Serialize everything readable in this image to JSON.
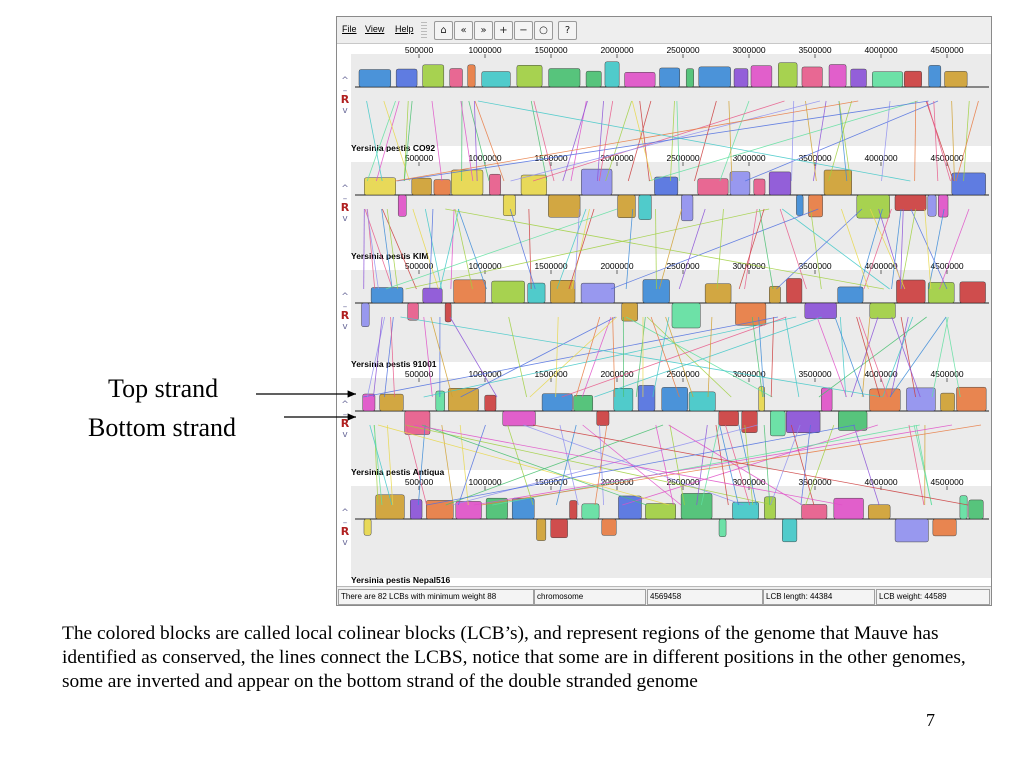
{
  "menu": {
    "file": "File",
    "view": "View",
    "help": "Help"
  },
  "toolbar": {
    "home": "⌂",
    "left": "«",
    "right": "»",
    "zoom_in": "+",
    "zoom_out": "−",
    "zoom_reset": "○",
    "help": "?"
  },
  "controls": {
    "up": "^",
    "minus": "–",
    "reset": "R",
    "down": "v"
  },
  "genomes": [
    {
      "name": "Yersinia pestis CO92"
    },
    {
      "name": "Yersinia pestis KIM"
    },
    {
      "name": "Yersinia pestis 91001"
    },
    {
      "name": "Yersinia pestis Antiqua"
    },
    {
      "name": "Yersinia pestis Nepal516"
    }
  ],
  "ruler_ticks": [
    "500000",
    "1000000",
    "1500000",
    "2000000",
    "2500000",
    "3000000",
    "3500000",
    "4000000",
    "4500000"
  ],
  "status": {
    "lcb_count": "There are 82 LCBs with minimum weight 88",
    "chromosome": "chromosome",
    "position": "4569458",
    "lcb_length": "LCB length: 44384",
    "lcb_weight": "LCB weight: 44589"
  },
  "annotations": {
    "top_strand": "Top strand",
    "bottom_strand": "Bottom strand"
  },
  "caption": "The colored blocks are called local colinear blocks (LCB’s), and represent regions of the genome that Mauve has identified as conserved, the lines connect the LCBS, notice that some are in different positions in the other genomes, some are inverted and appear on the bottom strand of the double stranded genome",
  "page_number": "7",
  "colors": {
    "palette": [
      "#e8d84a",
      "#cc3c3c",
      "#3a8ad8",
      "#e050c8",
      "#48c070",
      "#8a50d8",
      "#e87a40",
      "#40c8c8",
      "#a0d040",
      "#e85a8a",
      "#5070e0",
      "#60e0a0",
      "#d0a030",
      "#9090f0"
    ],
    "panel_background": "#ebebeb",
    "reset_button": "#b02020"
  }
}
